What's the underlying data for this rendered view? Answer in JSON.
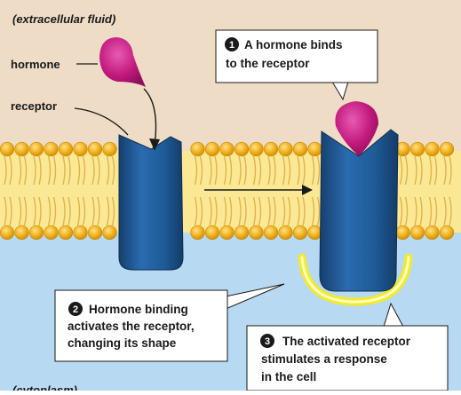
{
  "regions": {
    "extracellular": "(extracellular fluid)",
    "intracellular": "(cytoplasm)"
  },
  "labels": {
    "hormone": "hormone",
    "receptor": "receptor"
  },
  "steps": [
    {
      "number": "1",
      "lines": [
        "A hormone binds",
        "to the receptor"
      ]
    },
    {
      "number": "2",
      "lines": [
        "Hormone binding",
        "activates the receptor,",
        "changing its shape"
      ]
    },
    {
      "number": "3",
      "lines": [
        "The activated receptor",
        "stimulates a response",
        "in the cell"
      ]
    }
  ],
  "colors": {
    "extracellular": "#eedcc6",
    "cytoplasm": "#b7d9f1",
    "phospholipid_head": "#f2b21d",
    "phospholipid_tail": "#e1b24a",
    "membrane_core": "#fbe894",
    "receptor": "#1e5b97",
    "hormone": "#c2197d",
    "glow": "#f5ec1d"
  }
}
